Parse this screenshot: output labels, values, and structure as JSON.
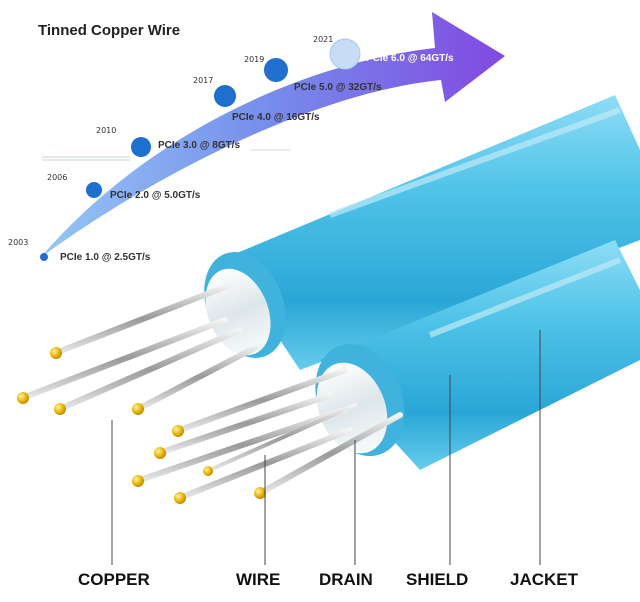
{
  "title": "Tinned Copper Wire",
  "timeline": [
    {
      "year": "2003",
      "label": "PCIe 1.0 @ 2.5GT/s"
    },
    {
      "year": "2006",
      "label": "PCIe 2.0 @ 5.0GT/s"
    },
    {
      "year": "2010",
      "label": "PCIe 3.0 @ 8GT/s"
    },
    {
      "year": "2017",
      "label": "PCIe 4.0 @ 16GT/s"
    },
    {
      "year": "2019",
      "label": "PCIe 5.0 @ 32GT/s"
    },
    {
      "year": "2021",
      "label": "PCIe 6.0 @ 64GT/s"
    }
  ],
  "parts": {
    "copper": "COPPER",
    "wire": "WIRE",
    "drain": "DRAIN",
    "shield": "SHIELD",
    "jacket": "JACKET"
  },
  "colors": {
    "jacket": "#4fc3e8",
    "arrow_start": "#5fa8f0",
    "arrow_end": "#7b3fe0",
    "dot": "#1f6fd0",
    "tip": "#e8b400"
  }
}
